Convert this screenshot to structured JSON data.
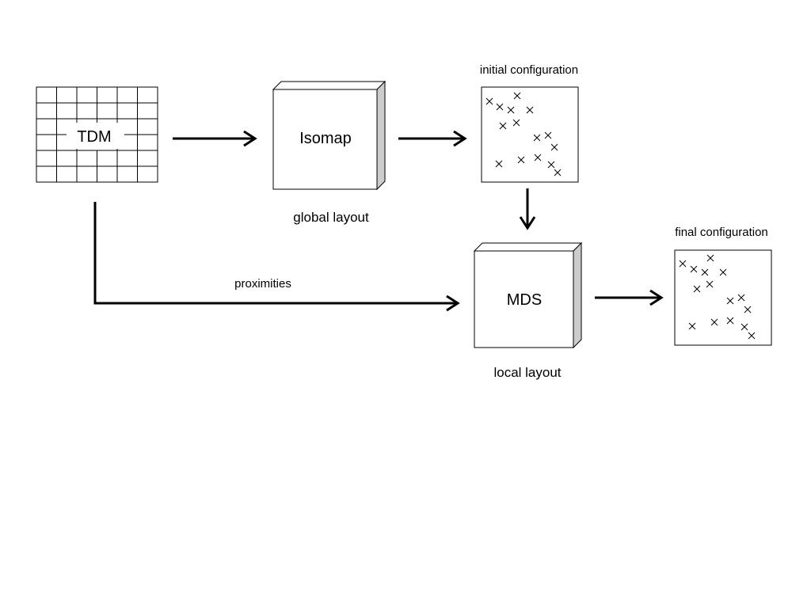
{
  "diagram": {
    "tdm_label": "TDM",
    "isomap_label": "Isomap",
    "mds_label": "MDS",
    "global_layout_label": "global layout",
    "local_layout_label": "local layout",
    "initial_configuration_label": "initial configuration",
    "final_configuration_label": "final configuration",
    "proximities_label": "proximities",
    "colors": {
      "stroke": "#000000",
      "box_side": "#cccccc",
      "background": "#ffffff"
    }
  }
}
